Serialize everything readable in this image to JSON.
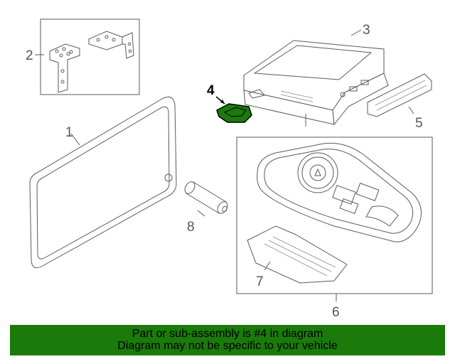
{
  "callouts": {
    "c1": "1",
    "c2": "2",
    "c3": "3",
    "c4": "4",
    "c5": "5",
    "c6": "6",
    "c7": "7",
    "c8": "8"
  },
  "highlight_color": "#1a7a0a",
  "banner": {
    "line1": "Part or sub-assembly is #4 in diagram",
    "line2": "Diagram may not be specific to your vehicle"
  }
}
